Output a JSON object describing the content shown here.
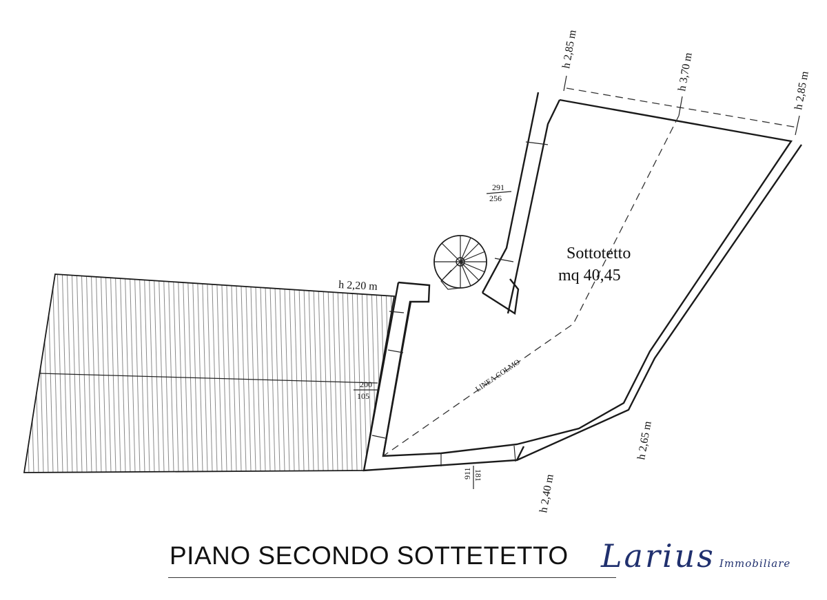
{
  "plan": {
    "room_name": "Sottotetto",
    "room_area": "mq 40,45",
    "ridge_label": "LINEA COLMO",
    "heights": {
      "h_top_left": "h 2,85 m",
      "h_top_mid": "h 3,70 m",
      "h_top_right": "h 2,85 m",
      "h_left": "h 2,20 m",
      "h_bottom": "h 2,40 m",
      "h_right": "h 2,65 m"
    },
    "openings": {
      "o1_top": "291",
      "o1_bottom": "256",
      "o2_top": "200",
      "o2_bottom": "105",
      "o3_top": "911",
      "o3_bottom": "181"
    }
  },
  "title": "PIANO SECONDO SOTTETETTO",
  "brand": {
    "name": "Larius",
    "sub": "Immobiliare",
    "color": "#20306e"
  }
}
